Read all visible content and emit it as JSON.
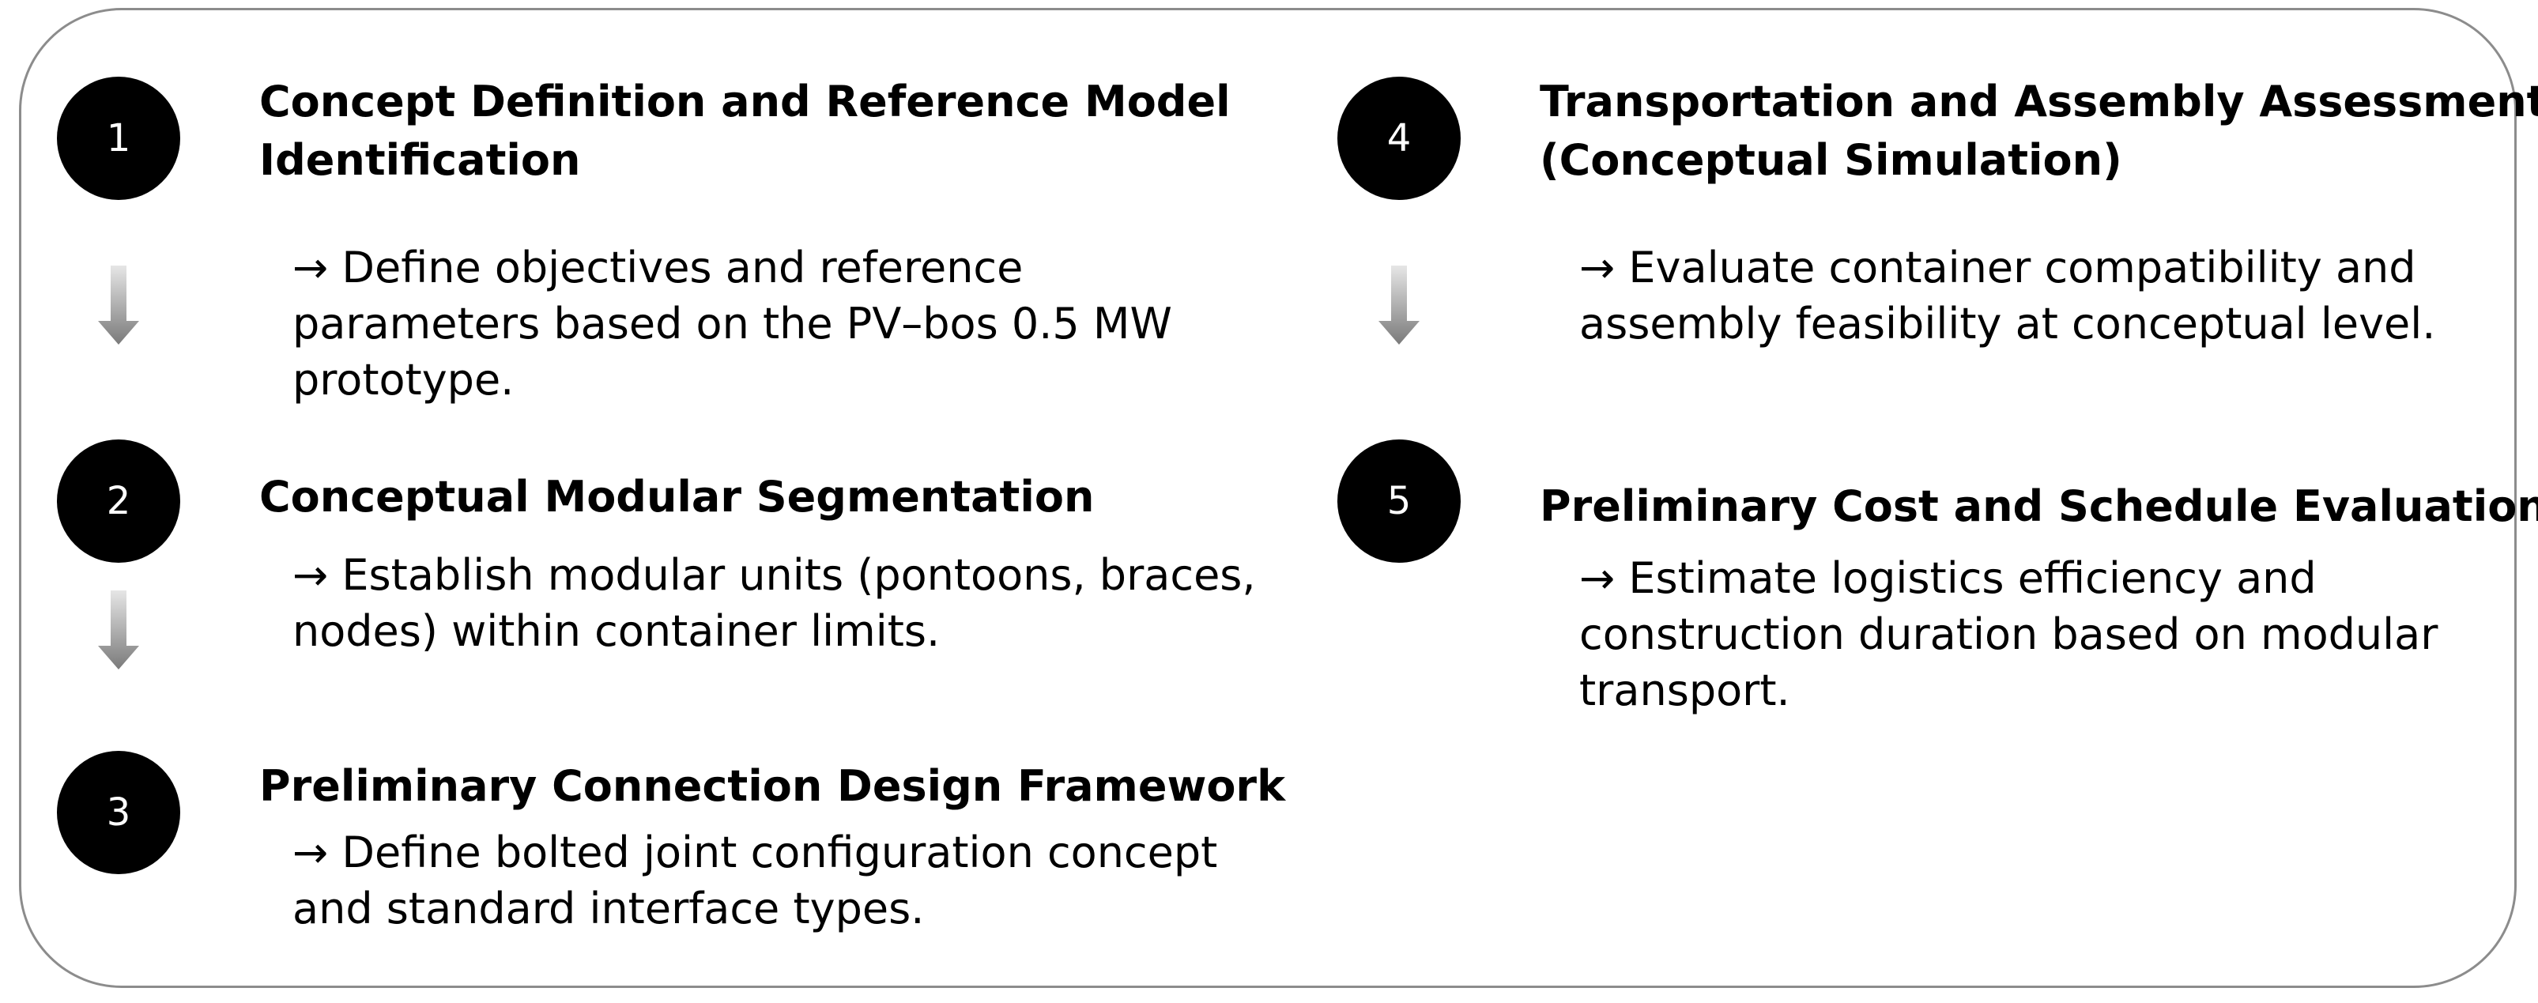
{
  "colors": {
    "frame_border": "#8c8c8c",
    "circle_fill": "#000000",
    "circle_text": "#ffffff",
    "arrow_light": "#e6e6e6",
    "arrow_dark": "#7a7a7a"
  },
  "steps": [
    {
      "number": "1",
      "title_lines": [
        "Concept Definition and Reference Model",
        "Identification"
      ],
      "desc_lines": [
        "→ Define objectives and reference",
        "parameters based on the PV–bos 0.5 MW",
        "prototype."
      ]
    },
    {
      "number": "2",
      "title_lines": [
        "Conceptual Modular Segmentation"
      ],
      "desc_lines": [
        "→ Establish modular units (pontoons, braces,",
        "nodes) within container limits."
      ]
    },
    {
      "number": "3",
      "title_lines": [
        "Preliminary Connection Design Framework"
      ],
      "desc_lines": [
        "→ Define bolted joint configuration concept",
        "and standard interface types."
      ]
    },
    {
      "number": "4",
      "title_lines": [
        "Transportation and Assembly Assessment",
        "(Conceptual Simulation)"
      ],
      "desc_lines": [
        "→ Evaluate container compatibility and",
        "assembly feasibility at conceptual level."
      ]
    },
    {
      "number": "5",
      "title_lines": [
        "Preliminary Cost and Schedule Evaluation"
      ],
      "desc_lines": [
        "→ Estimate logistics efficiency and",
        "construction duration based on modular",
        "transport."
      ]
    }
  ],
  "arrows": [
    {
      "icon": "down-arrow-icon"
    },
    {
      "icon": "down-arrow-icon"
    },
    {
      "icon": "down-arrow-icon"
    }
  ]
}
